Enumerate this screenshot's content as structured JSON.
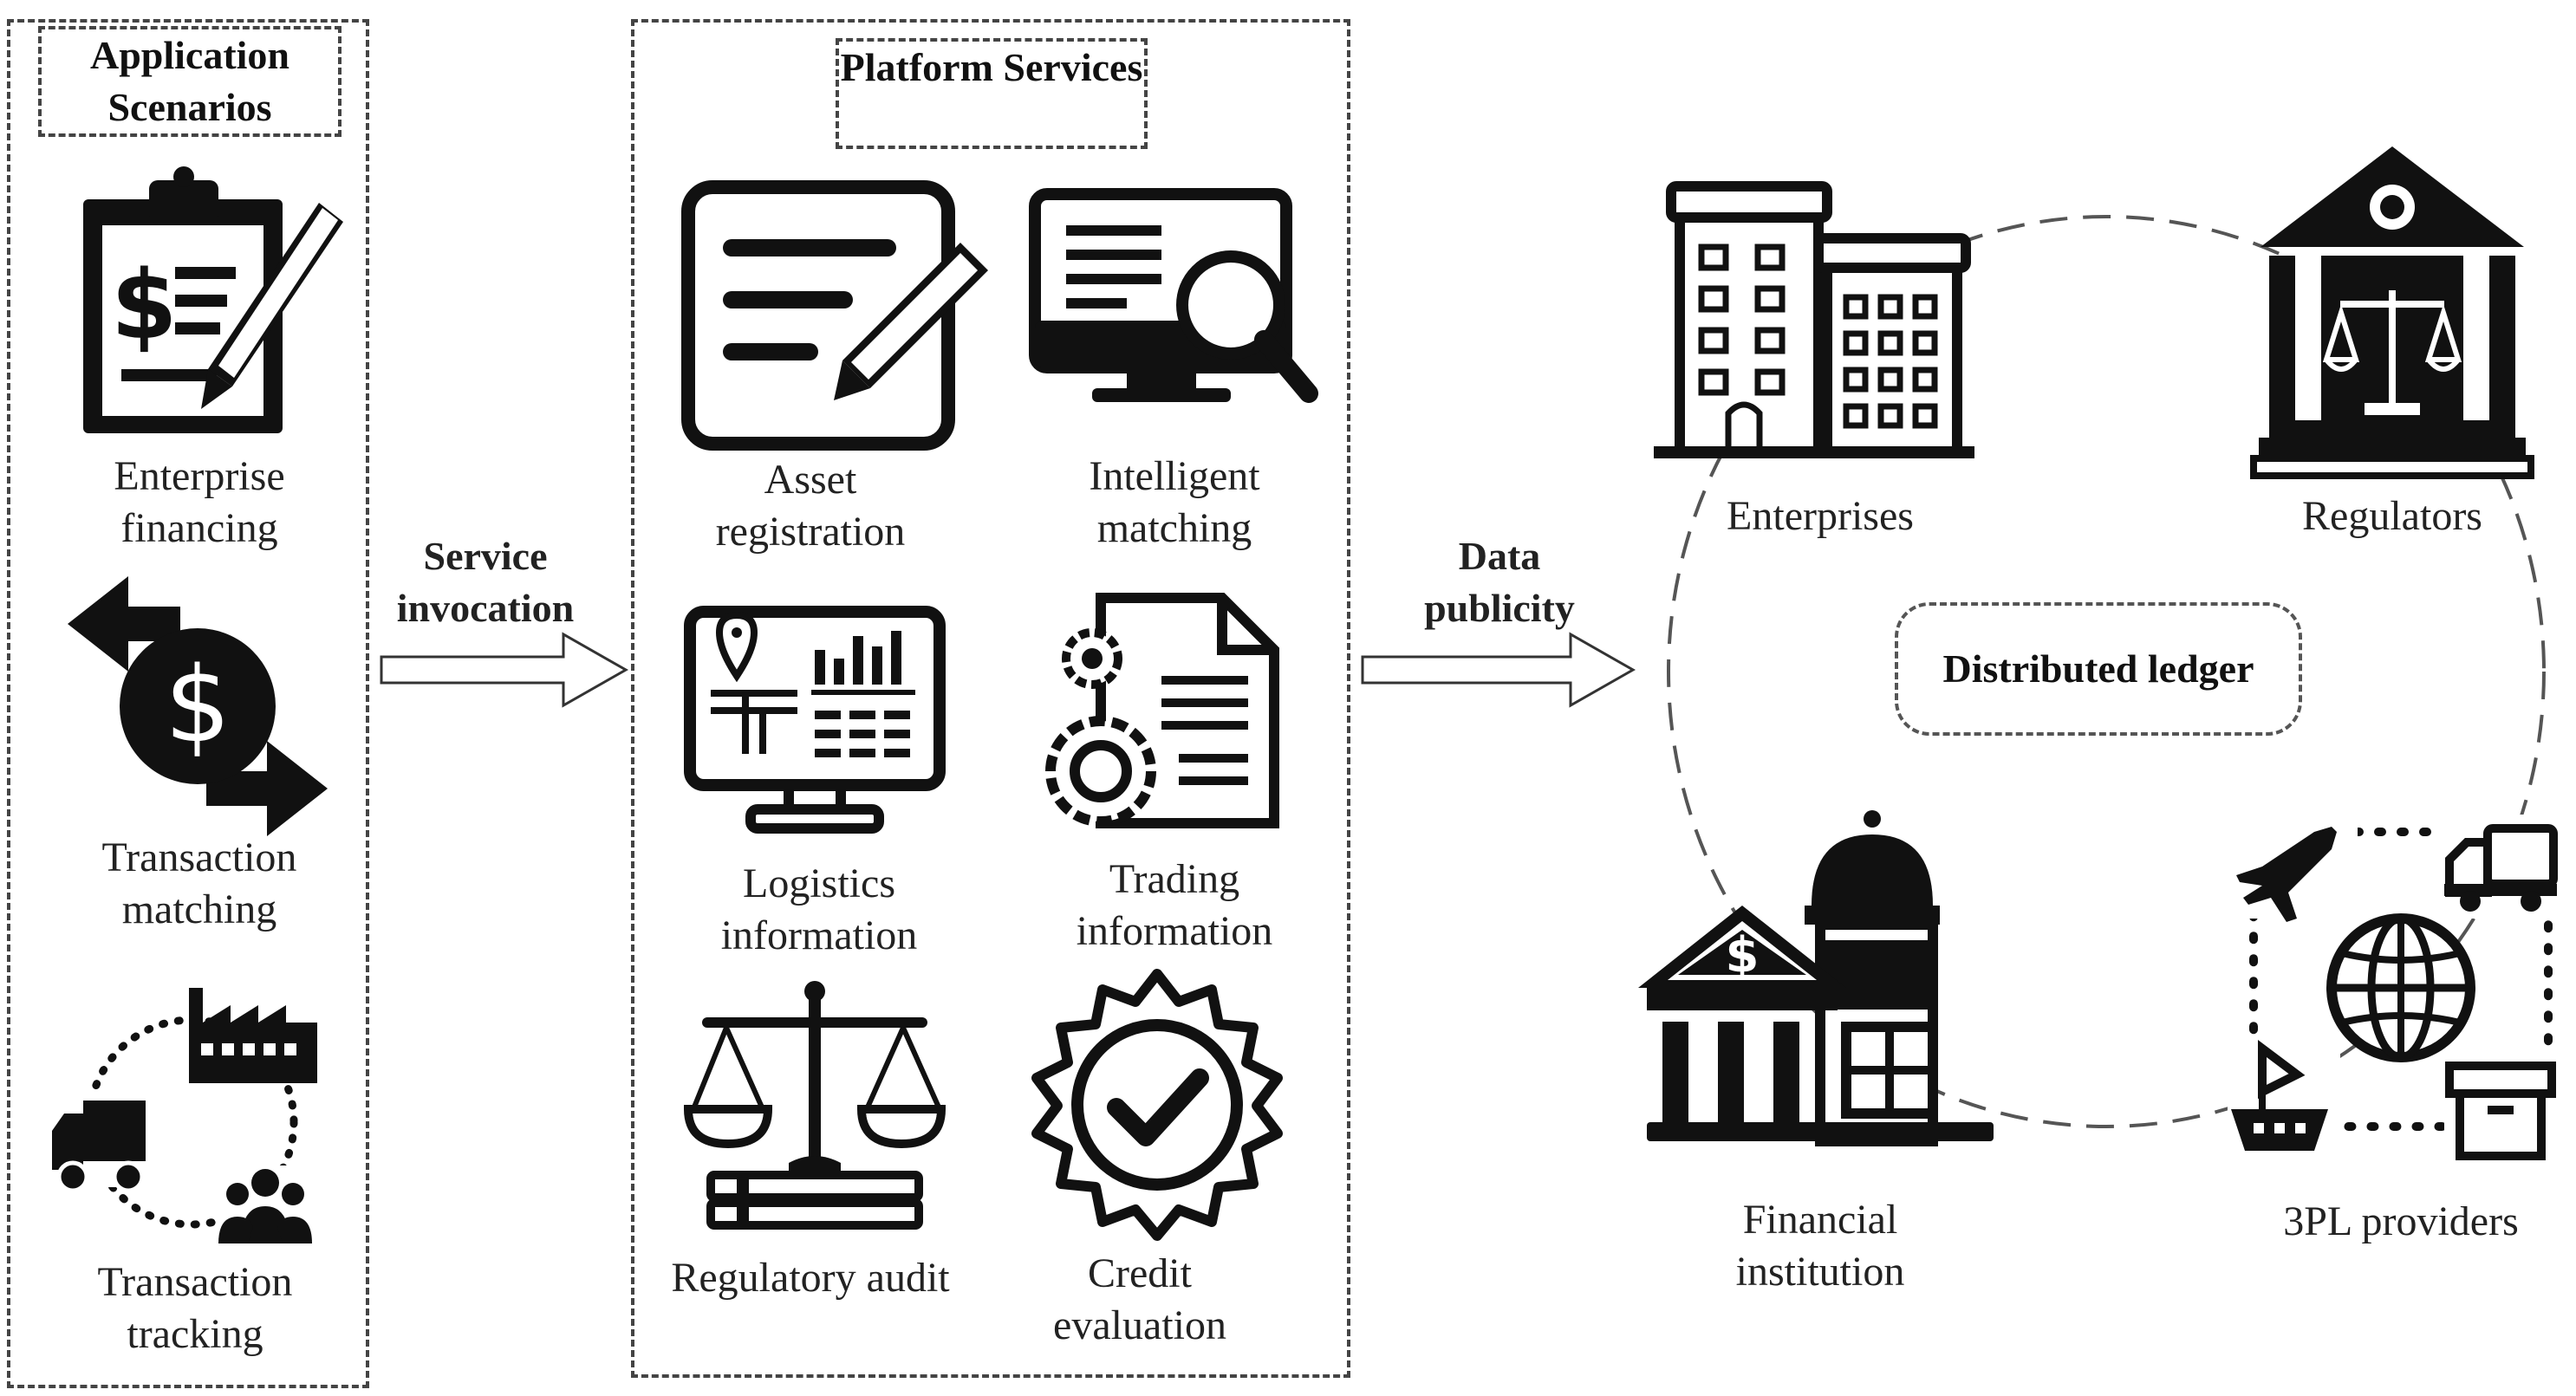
{
  "panels": {
    "application": {
      "title": "Application Scenarios",
      "items": [
        {
          "label": "Enterprise financing",
          "icon": "clipboard-dollar-pen-icon"
        },
        {
          "label": "Transaction matching",
          "icon": "dollar-exchange-arrows-icon"
        },
        {
          "label": "Transaction tracking",
          "icon": "truck-factory-people-cycle-icon"
        }
      ]
    },
    "platform": {
      "title": "Platform Services",
      "items": [
        {
          "label": "Asset registration",
          "icon": "document-pencil-icon"
        },
        {
          "label": "Intelligent matching",
          "icon": "monitor-magnifier-icon"
        },
        {
          "label": "Logistics information",
          "icon": "monitor-map-chart-icon"
        },
        {
          "label": "Trading information",
          "icon": "document-gears-icon"
        },
        {
          "label": "Regulatory audit",
          "icon": "scales-books-icon"
        },
        {
          "label": "Credit evaluation",
          "icon": "badge-check-icon"
        }
      ]
    }
  },
  "arrows": {
    "service_invocation": "Service invocation",
    "data_publicity": "Data publicity"
  },
  "ledger": {
    "center_label": "Distributed ledger",
    "nodes": [
      {
        "label": "Enterprises",
        "icon": "office-buildings-icon"
      },
      {
        "label": "Regulators",
        "icon": "courthouse-scales-icon"
      },
      {
        "label": "Financial institution",
        "icon": "bank-dome-icon"
      },
      {
        "label": "3PL providers",
        "icon": "logistics-globe-icon"
      }
    ]
  },
  "colors": {
    "ink": "#111111",
    "border": "#444444"
  }
}
